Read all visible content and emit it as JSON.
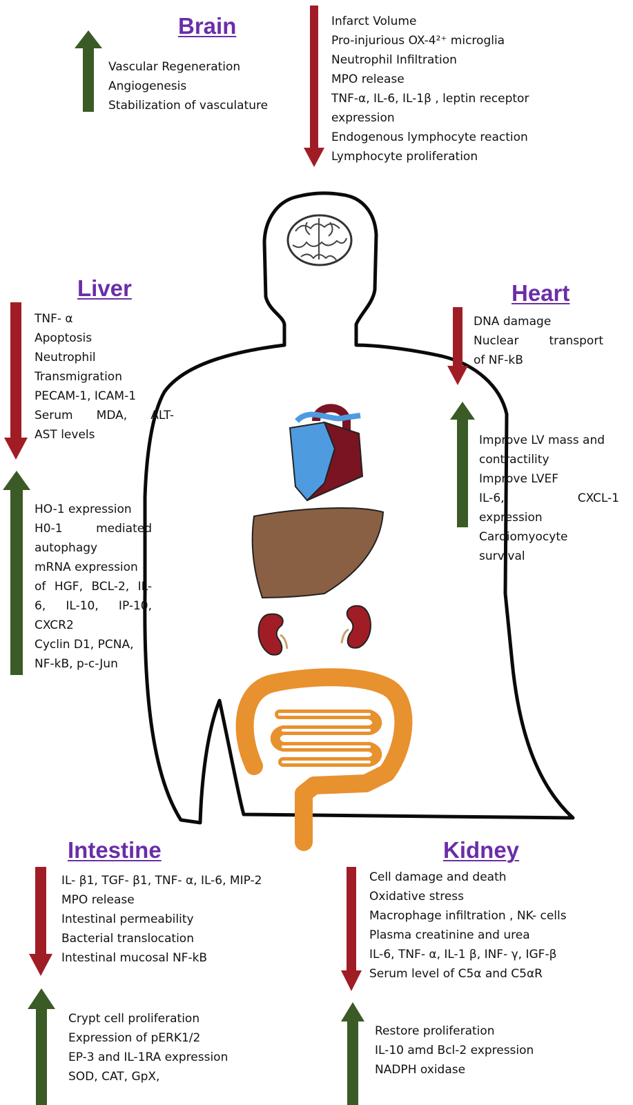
{
  "colors": {
    "up_arrow": "#3a5a26",
    "down_arrow": "#a01d26",
    "section_title": "#6a2ea8",
    "body_outline": "#0a0a0a",
    "heart_light": "#4f9be0",
    "heart_dark": "#7a1422",
    "liver": "#8a6044",
    "kidney": "#a01d26",
    "intestine": "#e8912f"
  },
  "brain": {
    "title": "Brain",
    "up": [
      "Vascular Regeneration",
      "Angiogenesis",
      "Stabilization of vasculature"
    ],
    "down": [
      "Infarct Volume",
      "Pro-injurious OX-4²⁺ microglia",
      "Neutrophil Infiltration",
      "MPO release",
      "TNF-α, IL-6, IL-1β , leptin receptor",
      "expression",
      "Endogenous lymphocyte reaction",
      "Lymphocyte proliferation"
    ]
  },
  "liver": {
    "title": "Liver",
    "down": [
      "TNF- α",
      "Apoptosis",
      "Neutrophil",
      "Transmigration",
      "PECAM-1, ICAM-1",
      "Serum MDA, ALT-",
      "AST levels"
    ],
    "up": [
      "HO-1 expression",
      "H0-1 mediated",
      "autophagy",
      "mRNA expression",
      "of HGF, BCL-2, IL-",
      "6, IL-10, IP-10,",
      "CXCR2",
      "Cyclin D1, PCNA,",
      "NF-kB, p-c-Jun"
    ]
  },
  "heart": {
    "title": "Heart",
    "down": [
      "DNA damage",
      "Nuclear transport",
      "of NF-kB"
    ],
    "up": [
      "Improve LV mass and",
      "contractility",
      "Improve LVEF",
      "IL-6, CXCL-1",
      "expression",
      "Cardiomyocyte",
      "survival"
    ]
  },
  "intestine": {
    "title": "Intestine",
    "down": [
      "IL- β1, TGF- β1, TNF- α, IL-6, MIP-2",
      "MPO release",
      "Intestinal permeability",
      "Bacterial translocation",
      "Intestinal mucosal NF-kB"
    ],
    "up": [
      "Crypt cell proliferation",
      "Expression of pERK1/2",
      "EP-3 and IL-1RA expression",
      "SOD, CAT, GpX,"
    ]
  },
  "kidney": {
    "title": "Kidney",
    "down": [
      "Cell damage and death",
      "Oxidative stress",
      "Macrophage infiltration , NK- cells",
      "Plasma creatinine and urea",
      "IL-6, TNF- α, IL-1 β, INF- γ, IGF-β",
      "Serum level of C5α and C5αR"
    ],
    "up": [
      "Restore proliferation",
      "IL-10 amd Bcl-2 expression",
      "NADPH oxidase"
    ]
  }
}
